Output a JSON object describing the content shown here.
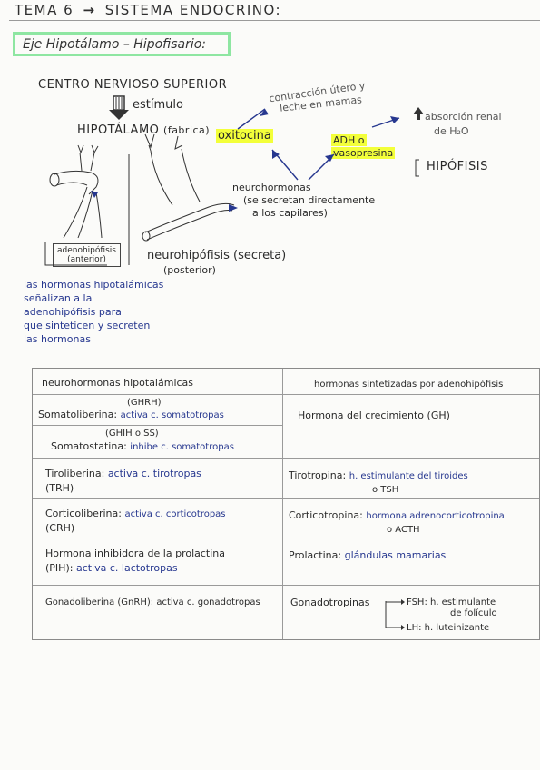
{
  "header": {
    "title_left": "TEMA 6",
    "title_arrow": "→",
    "title_right": "SISTEMA ENDOCRINO:"
  },
  "section": {
    "eje_label": "Eje Hipotálamo – Hipofisario:"
  },
  "diagram": {
    "centro": "CENTRO NERVIOSO SUPERIOR",
    "estimulo": "estímulo",
    "hipotalamo": "HIPOTÁLAMO",
    "hipotalamo_note": "(fabrica)",
    "oxitocina": "oxitocina",
    "contraccion": "contracción útero y",
    "leche": "leche en mamas",
    "adh_line1": "ADH o",
    "adh_line2": "vasopresina",
    "absorcion": "absorción renal",
    "h2o": "de H₂O",
    "hipofisis": "HIPÓFISIS",
    "neurohormonas": "neurohormonas",
    "se_secretan": "(se secretan directamente",
    "capilares": "a los capilares)",
    "adeno_line1": "adenohipófisis",
    "adeno_line2": "(anterior)",
    "neuro_label": "neurohipófisis",
    "neuro_note": "(secreta)",
    "posterior": "(posterior)",
    "blue_note": [
      "las hormonas hipotalámicas",
      "señalizan a la",
      "adenohipófisis para",
      "que sinteticen y secreten",
      "las hormonas"
    ]
  },
  "table": {
    "header_left": "neurohormonas hipotalámicas",
    "header_right": "hormonas sintetizadas por adenohipófisis",
    "rows": [
      {
        "left_abbr": "(GHRH)",
        "left_name": "Somatoliberina:",
        "left_action": "activa c. somatotropas",
        "left2_abbr": "(GHIH o SS)",
        "left2_name": "Somatostatina:",
        "left2_action": "inhibe c. somatotropas",
        "right": "Hormona del crecimiento (GH)"
      },
      {
        "left_name": "Tiroliberina:",
        "left_action": "activa c. tirotropas",
        "left_abbr": "(TRH)",
        "right_name": "Tirotropina:",
        "right_action": "h. estimulante del tiroides",
        "right_abbr": "o TSH"
      },
      {
        "left_name": "Corticoliberina:",
        "left_action": "activa c. corticotropas",
        "left_abbr": "(CRH)",
        "right_name": "Corticotropina:",
        "right_action": "hormona adrenocorticotropina",
        "right_abbr": "o ACTH"
      },
      {
        "left_name": "Hormona inhibidora de la prolactina",
        "left_abbr": "(PIH):",
        "left_action": "activa c. lactotropas",
        "right_name": "Prolactina:",
        "right_action": "glándulas mamarias"
      },
      {
        "left_name": "Gonadoliberina (GnRH):",
        "left_action": "activa c. gonadotropas",
        "right_name": "Gonadotropinas",
        "fsh": "FSH: h. estimulante",
        "fsh2": "de folículo",
        "lh": "LH: h. luteinizante"
      }
    ]
  },
  "colors": {
    "highlight": "#f3ff3a",
    "box_border": "#8ee6a2",
    "ink_blue": "#26378f",
    "ink_dark": "#2a2a2a"
  }
}
